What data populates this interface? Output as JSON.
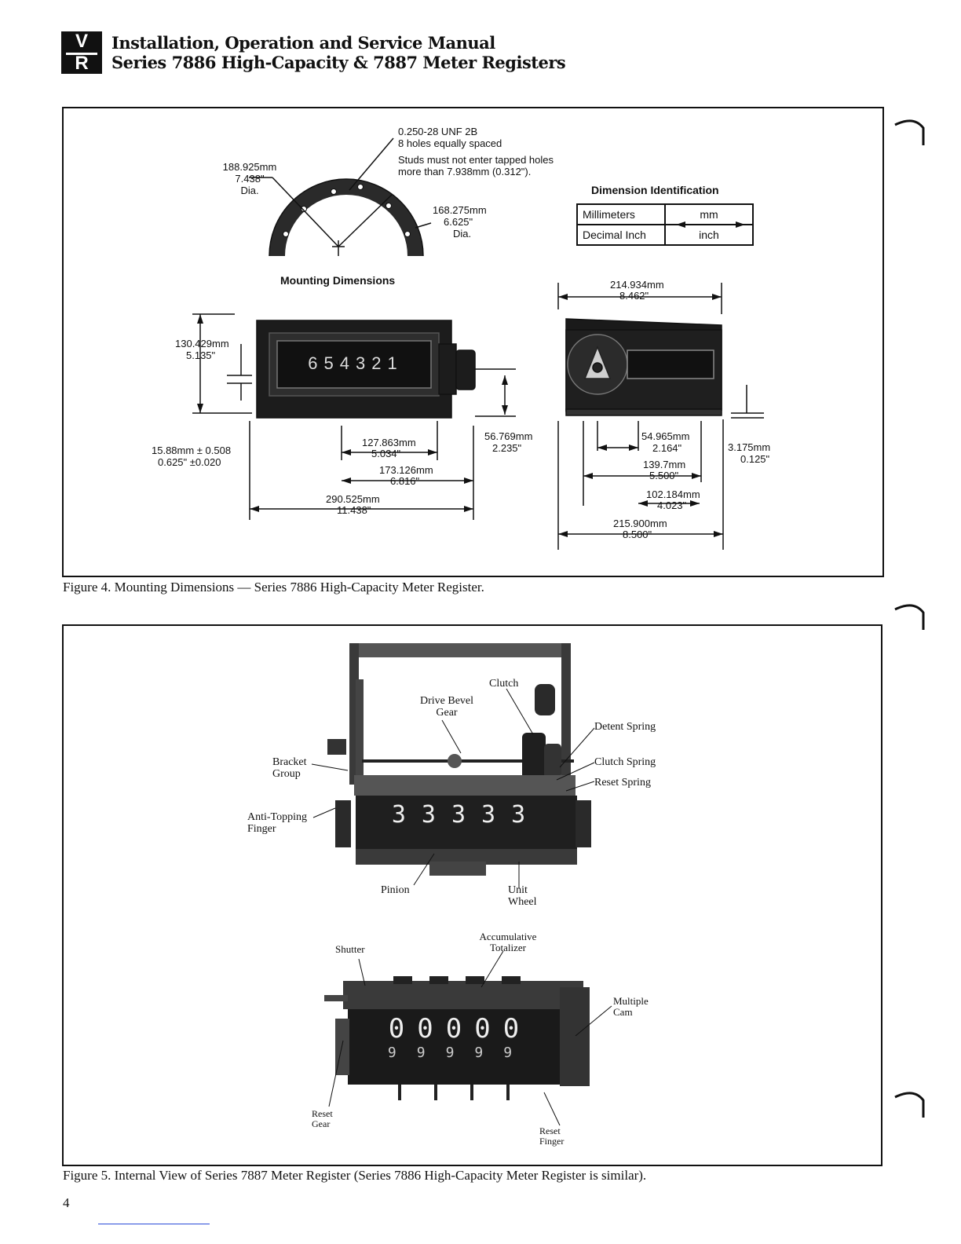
{
  "header": {
    "logo_top": "V",
    "logo_bottom": "R",
    "title_line1": "Installation, Operation and Service Manual",
    "title_line2": "Series 7886 High-Capacity & 7887 Meter Registers"
  },
  "figure4": {
    "caption": "Figure 4. Mounting Dimensions — Series 7886 High-Capacity Meter Register.",
    "mounting_title": "Mounting Dimensions",
    "hole_note_line1": "0.250-28 UNF 2B",
    "hole_note_line2": "8 holes equally spaced",
    "stud_note_line1": "Studs must not enter tapped holes",
    "stud_note_line2": "more than 7.938mm (0.312\").",
    "dia_outer": [
      "188.925mm",
      "7.438\"",
      "Dia."
    ],
    "dia_inner": [
      "168.275mm",
      "6.625\"",
      "Dia."
    ],
    "dimension_identification": {
      "title": "Dimension Identification",
      "rows": [
        {
          "label": "Millimeters",
          "value": "mm"
        },
        {
          "label": "Decimal Inch",
          "value": "inch"
        }
      ]
    },
    "counter_digits": [
      "6",
      "5",
      "4",
      "3",
      "2",
      "1"
    ],
    "dims": {
      "height_mm": "130.429mm",
      "height_in": "5.135\"",
      "offset_mm": "15.88mm ± 0.508",
      "offset_in": "0.625\" ±0.020",
      "d1_mm": "127.863mm",
      "d1_in": "5.034\"",
      "d2_mm": "173.126mm",
      "d2_in": "6.816\"",
      "d3_mm": "290.525mm",
      "d3_in": "11.438\"",
      "knob_mm": "56.769mm",
      "knob_in": "2.235\"",
      "top_mm": "214.934mm",
      "top_in": "8.462\"",
      "s1_mm": "54.965mm",
      "s1_in": "2.164\"",
      "s2_mm": "139.7mm",
      "s2_in": "5.500\"",
      "s3_mm": "102.184mm",
      "s3_in": "4.023\"",
      "s4_mm": "215.900mm",
      "s4_in": "8.500\"",
      "plate_mm": "3.175mm",
      "plate_in": "0.125\""
    }
  },
  "figure5": {
    "caption": "Figure 5. Internal View of Series 7887 Meter Register (Series 7886 High-Capacity Meter Register is similar).",
    "labels": {
      "clutch": "Clutch",
      "drive_bevel_gear": [
        "Drive Bevel",
        "Gear"
      ],
      "detent_spring": "Detent Spring",
      "bracket_group": [
        "Bracket",
        "Group"
      ],
      "clutch_spring": "Clutch Spring",
      "reset_spring": "Reset Spring",
      "anti_topping_finger": [
        "Anti-Topping",
        "Finger"
      ],
      "pinion": "Pinion",
      "unit_wheel": [
        "Unit",
        "Wheel"
      ],
      "accumulative_totalizer": [
        "Accumulative",
        "Totalizer"
      ],
      "shutter": "Shutter",
      "multiple_cam": [
        "Multiple",
        "Cam"
      ],
      "reset_gear": [
        "Reset",
        "Gear"
      ],
      "reset_finger": [
        "Reset",
        "Finger"
      ]
    },
    "wheel_digits_top": [
      "3",
      "3",
      "3",
      "3",
      "3"
    ],
    "wheel_digits_bottom": [
      "0",
      "0",
      "0",
      "0",
      "0"
    ],
    "wheel_digits_bottom_next": [
      "9",
      "9",
      "9",
      "9",
      "9"
    ]
  },
  "page_number": "4"
}
